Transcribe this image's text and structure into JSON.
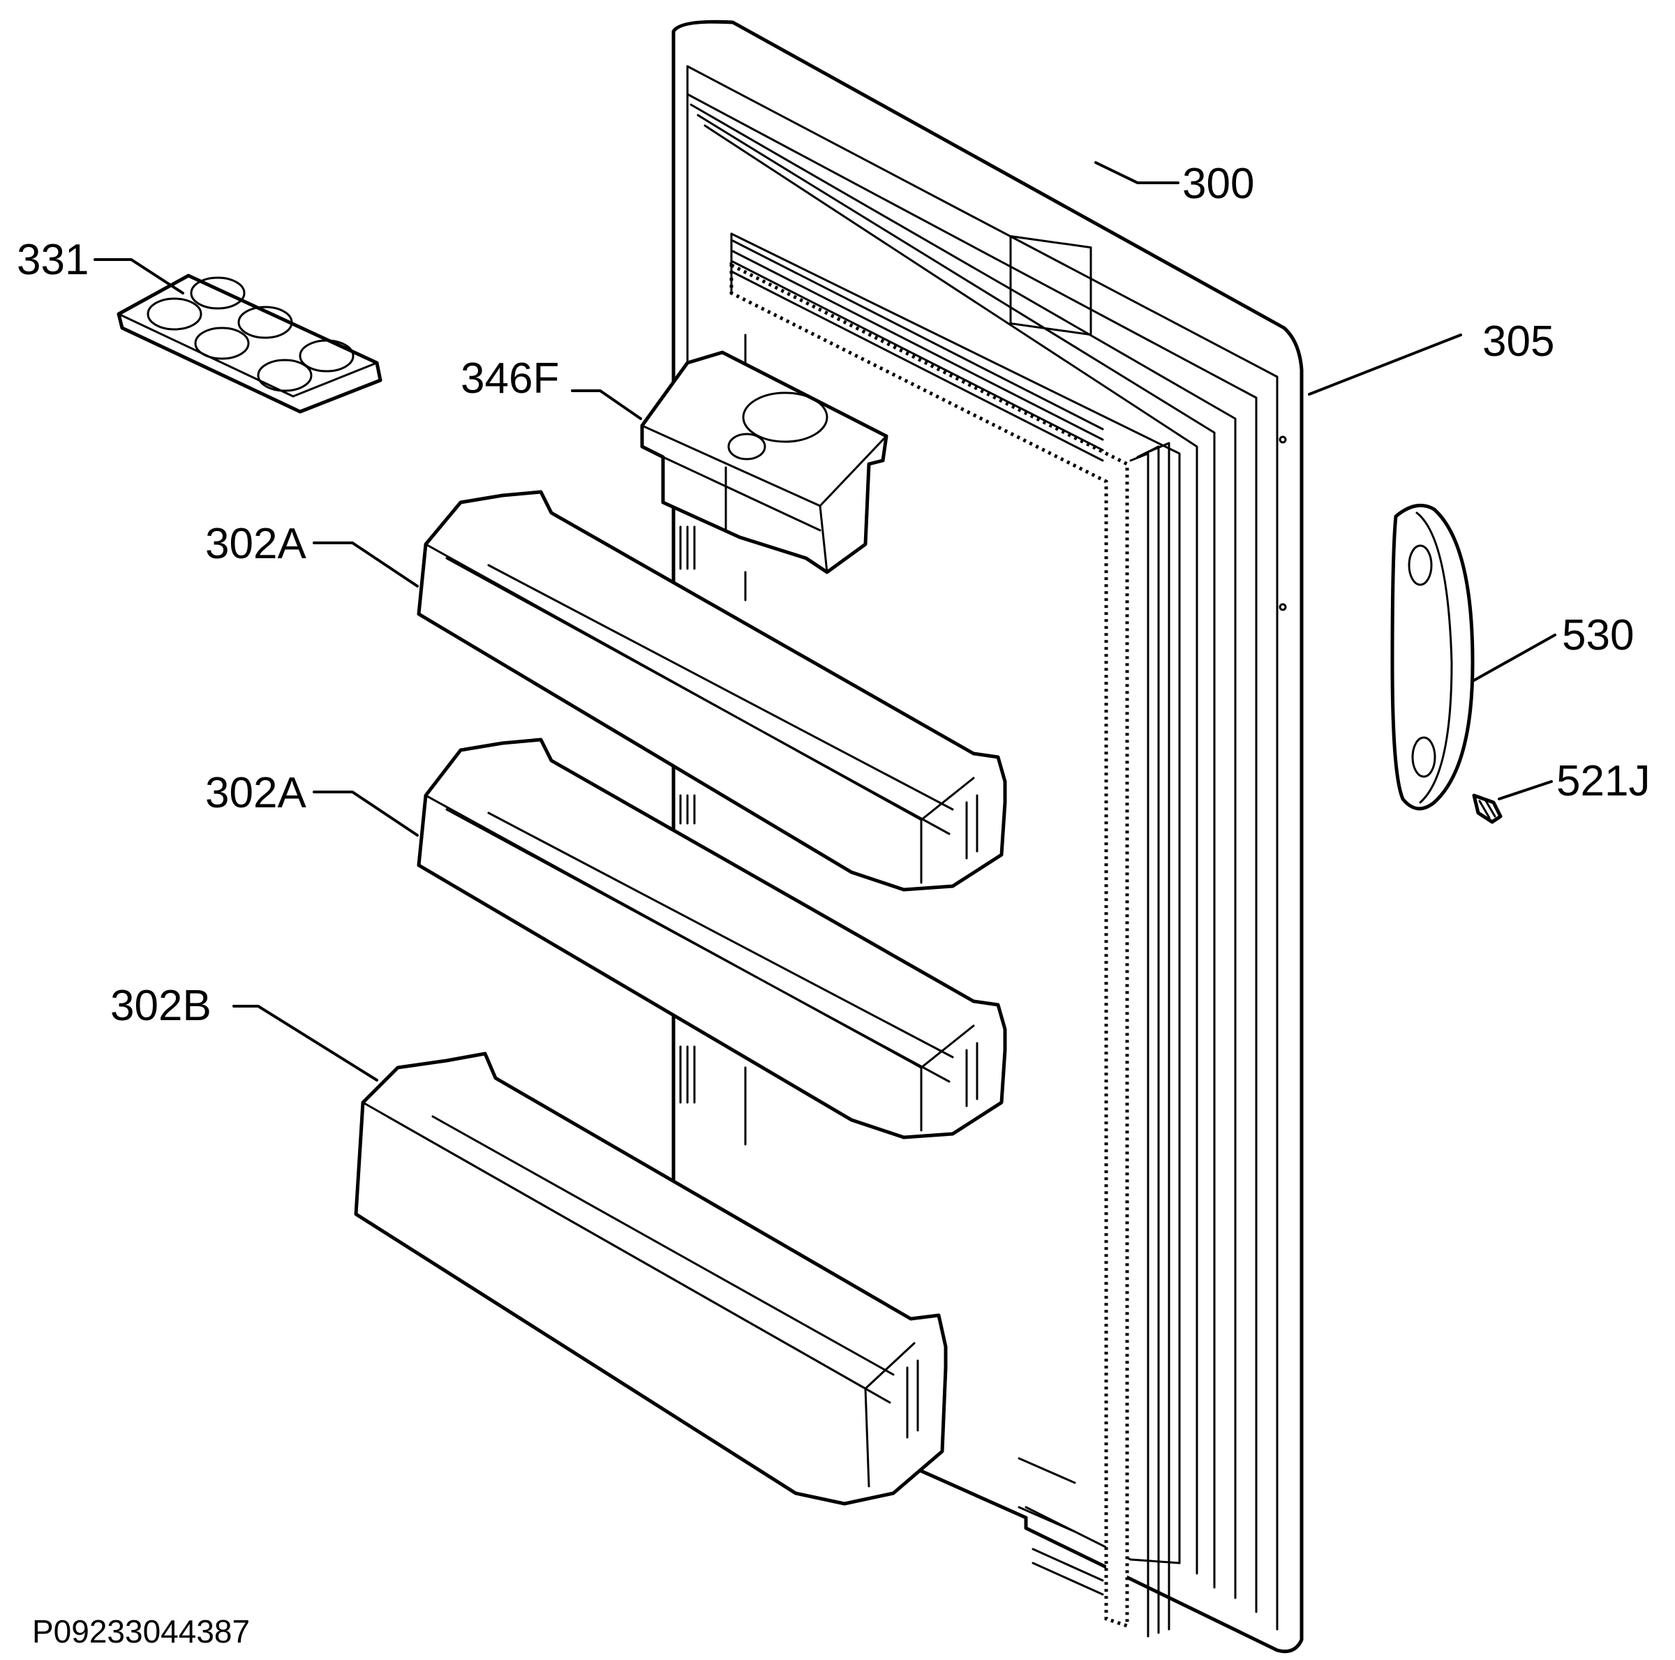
{
  "labels": {
    "l300": "300",
    "l331": "331",
    "l305": "305",
    "l346F": "346F",
    "l302A_top": "302A",
    "l302A_mid": "302A",
    "l302B": "302B",
    "l530": "530",
    "l521J": "521J"
  },
  "drawing_code": "P09233044387"
}
